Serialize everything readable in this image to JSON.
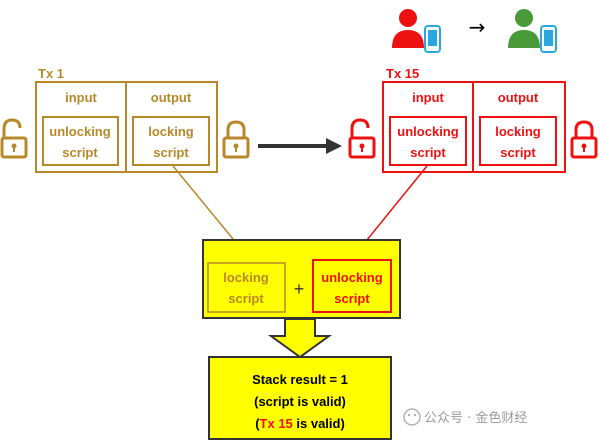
{
  "tx1": {
    "title": "Tx 1",
    "input_label": "input",
    "output_label": "output",
    "unlocking_line1": "unlocking",
    "unlocking_line2": "script",
    "locking_line1": "locking",
    "locking_line2": "script"
  },
  "tx15": {
    "title": "Tx 15",
    "input_label": "input",
    "output_label": "output",
    "unlocking_line1": "unlocking",
    "unlocking_line2": "script",
    "locking_line1": "locking",
    "locking_line2": "script"
  },
  "transfer_arrow": "→",
  "combine": {
    "locking_line1": "locking",
    "locking_line2": "script",
    "plus": "+",
    "unlocking_line1": "unlocking",
    "unlocking_line2": "script"
  },
  "result": {
    "line1": "Stack result = 1",
    "line2": "(script is valid)",
    "line3_open": "(",
    "line3_tx": "Tx 15",
    "line3_close": " is valid)"
  },
  "watermark": {
    "text": "公众号 · 金色财经"
  },
  "icons": {
    "padlock_tx1": "padlock-open-icon",
    "padlock_tx1_right": "padlock-closed-icon",
    "padlock_tx15_left": "padlock-open-icon",
    "padlock_tx15_right": "padlock-closed-icon",
    "user_sender": "user-with-phone-icon",
    "user_receiver": "user-with-phone-icon"
  },
  "colors": {
    "gold": "#b8892a",
    "red": "#ee1111",
    "green": "#4a9a3a",
    "yellow": "#ffff00",
    "dark": "#333333",
    "phone_blue": "#29a8e0"
  }
}
